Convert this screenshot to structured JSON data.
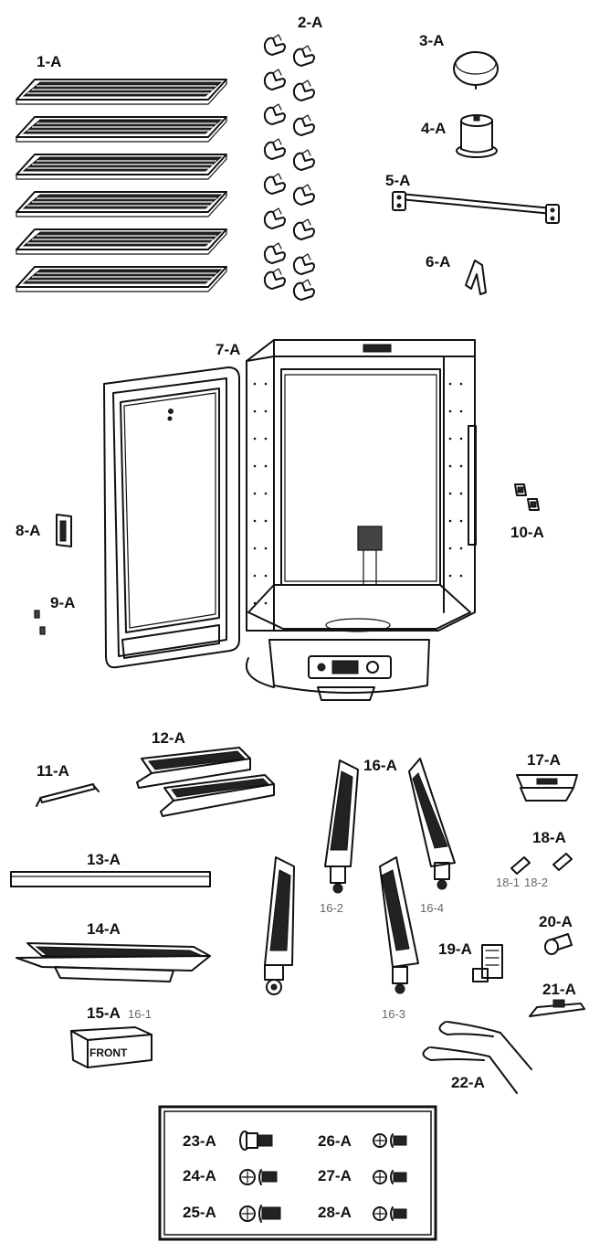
{
  "parts": [
    {
      "id": "1-A",
      "label": "1-A"
    },
    {
      "id": "2-A",
      "label": "2-A"
    },
    {
      "id": "3-A",
      "label": "3-A"
    },
    {
      "id": "4-A",
      "label": "4-A"
    },
    {
      "id": "5-A",
      "label": "5-A"
    },
    {
      "id": "6-A",
      "label": "6-A"
    },
    {
      "id": "7-A",
      "label": "7-A"
    },
    {
      "id": "8-A",
      "label": "8-A"
    },
    {
      "id": "9-A",
      "label": "9-A"
    },
    {
      "id": "10-A",
      "label": "10-A"
    },
    {
      "id": "11-A",
      "label": "11-A"
    },
    {
      "id": "12-A",
      "label": "12-A"
    },
    {
      "id": "13-A",
      "label": "13-A"
    },
    {
      "id": "14-A",
      "label": "14-A"
    },
    {
      "id": "15-A",
      "label": "15-A"
    },
    {
      "id": "16-A",
      "label": "16-A"
    },
    {
      "id": "17-A",
      "label": "17-A"
    },
    {
      "id": "18-A",
      "label": "18-A"
    },
    {
      "id": "19-A",
      "label": "19-A"
    },
    {
      "id": "20-A",
      "label": "20-A"
    },
    {
      "id": "21-A",
      "label": "21-A"
    },
    {
      "id": "22-A",
      "label": "22-A"
    }
  ],
  "sub_labels": {
    "s16_1": "16-1",
    "s16_2": "16-2",
    "s16_3": "16-3",
    "s16_4": "16-4",
    "s18_1": "18-1",
    "s18_2": "18-2"
  },
  "box_text": {
    "front": "FRONT"
  },
  "hardware": [
    {
      "id": "23-A",
      "label": "23-A"
    },
    {
      "id": "24-A",
      "label": "24-A"
    },
    {
      "id": "25-A",
      "label": "25-A"
    },
    {
      "id": "26-A",
      "label": "26-A"
    },
    {
      "id": "27-A",
      "label": "27-A"
    },
    {
      "id": "28-A",
      "label": "28-A"
    }
  ]
}
